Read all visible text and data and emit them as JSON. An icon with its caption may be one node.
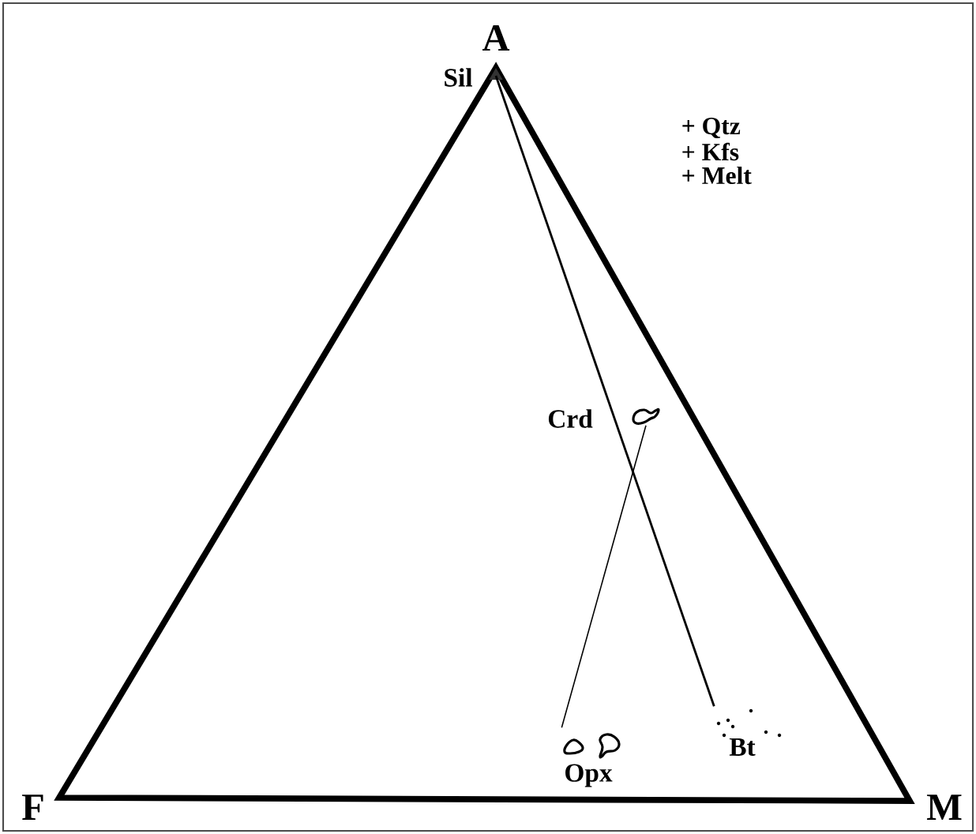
{
  "diagram": {
    "nodes": [
      {
        "text": [],
        "shape": "triangle",
        "beside": [
          "Sil"
        ]
      },
      {
        "text": [],
        "shape": "picture",
        "beside": [
          "Crd"
        ]
      },
      {
        "text": [],
        "shape": "picture",
        "beside": [
          "Opx"
        ]
      },
      {
        "text": [],
        "shape": "picture",
        "beside": [
          "Bt"
        ]
      }
    ],
    "edges": [
      {
        "from": 0,
        "to": 3,
        "arrow": "none"
      },
      {
        "from": 1,
        "to": 2,
        "arrow": "none"
      }
    ],
    "labels": [
      "A",
      "+ Qtz",
      "+ Kfs",
      "+ Melt",
      "F",
      "M"
    ]
  }
}
